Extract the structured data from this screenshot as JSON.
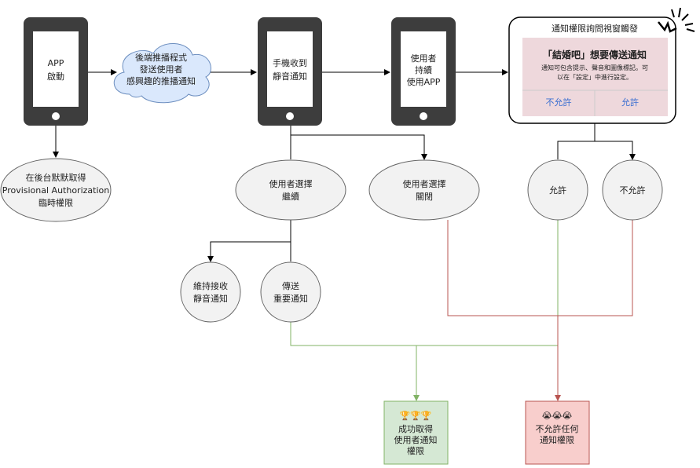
{
  "phones": [
    {
      "lines": [
        "APP",
        "啟動"
      ]
    },
    {
      "lines": [
        "手機收到",
        "靜音通知"
      ]
    },
    {
      "lines": [
        "使用者",
        "持續",
        "使用APP"
      ]
    }
  ],
  "cloud": {
    "lines": [
      "後端推播程式",
      "發送使用者",
      "感興趣的推播通知"
    ]
  },
  "popup": {
    "title": "通知權限詢問視窗觸發",
    "dialog_title": "「結婚吧」想要傳送通知",
    "dialog_body": [
      "通知可包含提示、聲音和圖像標記。可",
      "以在「設定」中進行設定。"
    ],
    "deny": "不允許",
    "allow": "允許"
  },
  "nodes": {
    "provisional": [
      "在後台默默取得",
      "Provisional Authorization",
      "臨時權限"
    ],
    "continue": [
      "使用者選擇",
      "繼續"
    ],
    "close": [
      "使用者選擇",
      "關閉"
    ],
    "allow": [
      "允許"
    ],
    "deny": [
      "不允許"
    ],
    "keep_silent": [
      "維持接收",
      "靜音通知"
    ],
    "important": [
      "傳送",
      "重要通知"
    ]
  },
  "results": {
    "success": {
      "emoji": "🏆🏆🏆",
      "lines": [
        "成功取得",
        "使用者通知",
        "權限"
      ],
      "color": "#d5e8d4"
    },
    "fail": {
      "emoji": "😭😭😭",
      "lines": [
        "不允許任何",
        "通知權限"
      ],
      "color": "#f8cecc"
    }
  }
}
